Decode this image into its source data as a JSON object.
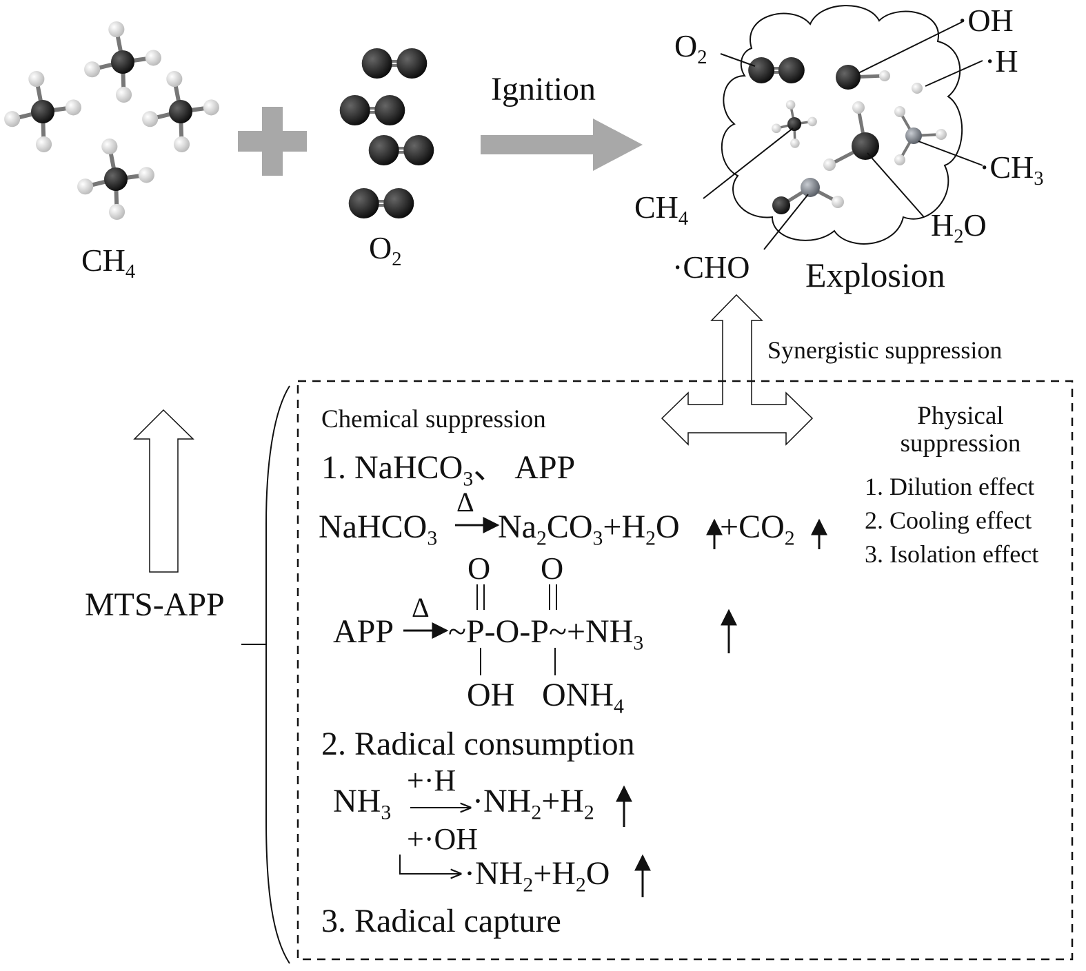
{
  "colors": {
    "carbon": "#1a1a1a",
    "hydrogen": "#e6e6e6",
    "radical_atom": "#8a8f96",
    "process_arrow": "#a8a8a8"
  },
  "reactants": {
    "ch4_label": [
      {
        "t": "CH"
      },
      {
        "sub": "4"
      }
    ],
    "o2_label": [
      {
        "t": "O"
      },
      {
        "sub": "2"
      }
    ],
    "ignition_label": "Ignition"
  },
  "explosion": {
    "title": "Explosion",
    "labels": {
      "o2": [
        {
          "t": "O"
        },
        {
          "sub": "2"
        }
      ],
      "oh": [
        {
          "t": "·OH"
        }
      ],
      "h": [
        {
          "t": "·H"
        }
      ],
      "ch4": [
        {
          "t": "CH"
        },
        {
          "sub": "4"
        }
      ],
      "ch3": [
        {
          "t": "·CH"
        },
        {
          "sub": "3"
        }
      ],
      "h2o": [
        {
          "t": "H"
        },
        {
          "sub": "2"
        },
        {
          "t": "O"
        }
      ],
      "cho": [
        {
          "t": "·CHO"
        }
      ]
    }
  },
  "synergistic_label": "Synergistic suppression",
  "agent_label": "MTS-APP",
  "chemical": {
    "heading": "Chemical suppression",
    "item1": [
      {
        "t": "1. NaHCO"
      },
      {
        "sub": "3"
      },
      {
        "t": "、 APP"
      }
    ],
    "delta": "Δ",
    "eq1_left": [
      {
        "t": "NaHCO"
      },
      {
        "sub": "3"
      }
    ],
    "eq1_right_a": [
      {
        "t": "Na"
      },
      {
        "sub": "2"
      },
      {
        "t": "CO"
      },
      {
        "sub": "3"
      },
      {
        "t": "+H"
      },
      {
        "sub": "2"
      },
      {
        "t": "O"
      }
    ],
    "eq1_right_b": [
      {
        "t": "+CO"
      },
      {
        "sub": "2"
      }
    ],
    "eq2_left": [
      {
        "t": "APP"
      }
    ],
    "eq2_right": [
      {
        "t": "~P-O-P~+NH"
      },
      {
        "sub": "3"
      }
    ],
    "eq2_top_o1": "O",
    "eq2_top_o2": "O",
    "eq2_bottom_1": [
      {
        "t": "OH"
      }
    ],
    "eq2_bottom_2": [
      {
        "t": "ONH"
      },
      {
        "sub": "4"
      }
    ],
    "item2": [
      {
        "t": "2. Radical consumption"
      }
    ],
    "nh3": [
      {
        "t": "NH"
      },
      {
        "sub": "3"
      }
    ],
    "plus_h": "+·H",
    "plus_oh": "+·OH",
    "prod1": [
      {
        "t": "·NH"
      },
      {
        "sub": "2"
      },
      {
        "t": "+H"
      },
      {
        "sub": "2"
      }
    ],
    "prod2": [
      {
        "t": "·NH"
      },
      {
        "sub": "2"
      },
      {
        "t": "+H"
      },
      {
        "sub": "2"
      },
      {
        "t": "O"
      }
    ],
    "item3": [
      {
        "t": "3. Radical capture"
      }
    ]
  },
  "physical": {
    "heading_line1": "Physical",
    "heading_line2": "suppression",
    "effects": [
      "1. Dilution effect",
      "2. Cooling effect",
      "3. Isolation effect"
    ]
  }
}
